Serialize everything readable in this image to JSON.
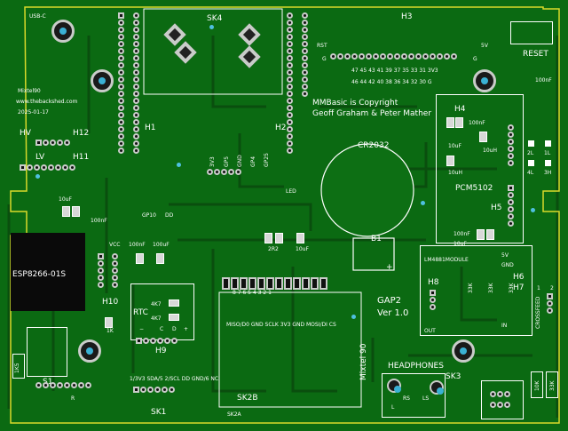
{
  "labels": {
    "usb_c": "USB-C",
    "sk4": "SK4",
    "h3": "H3",
    "reset": "RESET",
    "cap_100nF_a": "100nF",
    "rst": "RST",
    "five_v": "5V",
    "g_left": "G",
    "g_right": "G",
    "pins_top": "47 45 43 41 39 37 35 33 31 3V3",
    "pins_bottom": "46 44 42 40 38 36 34 32 30 G",
    "copyright1": "MMBasic is Copyright",
    "copyright2": "Geoff Graham & Peter Mather",
    "h4": "H4",
    "cap_100nF_b": "100nF",
    "cap_10uF_a": "10uF",
    "cap_10uH_a": "10uH",
    "cap_10uH_b": "10uH",
    "site": "www.thebackshed.com",
    "date": "2025-01-17",
    "mixtel_top": "Mixtel90",
    "h1": "H1",
    "h2": "H2",
    "hv": "HV",
    "h12": "H12",
    "lv": "LV",
    "h11": "H11",
    "cr2032": "CR2032",
    "b1": "B1",
    "plus": "+",
    "pcm5102": "PCM5102",
    "h5": "H5",
    "led2l": "2L",
    "led1l": "1L",
    "led4l": "4L",
    "led3h": "3H",
    "pins_3v3": "3V3",
    "gp5": "GP5",
    "gnd": "GND",
    "gp4": "GP4",
    "gp25": "GP25",
    "led": "LED",
    "cap_10uF_b": "10uF",
    "cap_100nF_c": "100nF",
    "gp10": "GP10",
    "dd": "DD",
    "r2r2": "2R2",
    "cap_10uF_c": "10uF",
    "cap_100nF_d": "100nF",
    "cap_10uF_d": "10uF",
    "module": "LM4881MODULE",
    "gnd_right": "GND",
    "five_v_right": "5V",
    "h6": "H6",
    "h7": "H7",
    "crossfeed": "CROSSFEED",
    "one": "1",
    "two": "2",
    "esp": "ESP8266-01S",
    "vcc": "VCC",
    "cap_100nF_e": "100nF",
    "cap_100uF": "100uF",
    "h10": "H10",
    "rtc": "RTC",
    "r4k7a": "4K7",
    "r4k7b": "4K7",
    "rtc_minus": "−",
    "rtc_c": "C",
    "rtc_d": "D",
    "rtc_plus": "+",
    "h9": "H9",
    "r1k": "1K",
    "r1k5": "1K5",
    "s1": "S1",
    "sk1": "SK1",
    "gap2": "GAP2",
    "ver": "Ver 1.0",
    "h8": "H8",
    "out": "OUT",
    "in": "IN",
    "mixtel_bottom": "Mixtel 90",
    "headphones": "HEADPHONES",
    "sk3": "SK3",
    "sk2b": "SK2B",
    "sk2a": "SK2A",
    "r33k_a": "33K",
    "r33k_b": "33K",
    "r33k_c": "33K",
    "r10k": "10K",
    "r33k_d": "33K",
    "sd_pins": "8  7  6  5  4  3  2  1",
    "sd_names": "MISO/D0 GND SCLK 3V3 GND MOSI/DI CS",
    "sk1_pins": "1/3V3  SDA/5  2/SCL  DD  GND/6  NC",
    "r_lbl": "R",
    "rs": "RS",
    "ls": "LS",
    "l_lbl": "L"
  }
}
